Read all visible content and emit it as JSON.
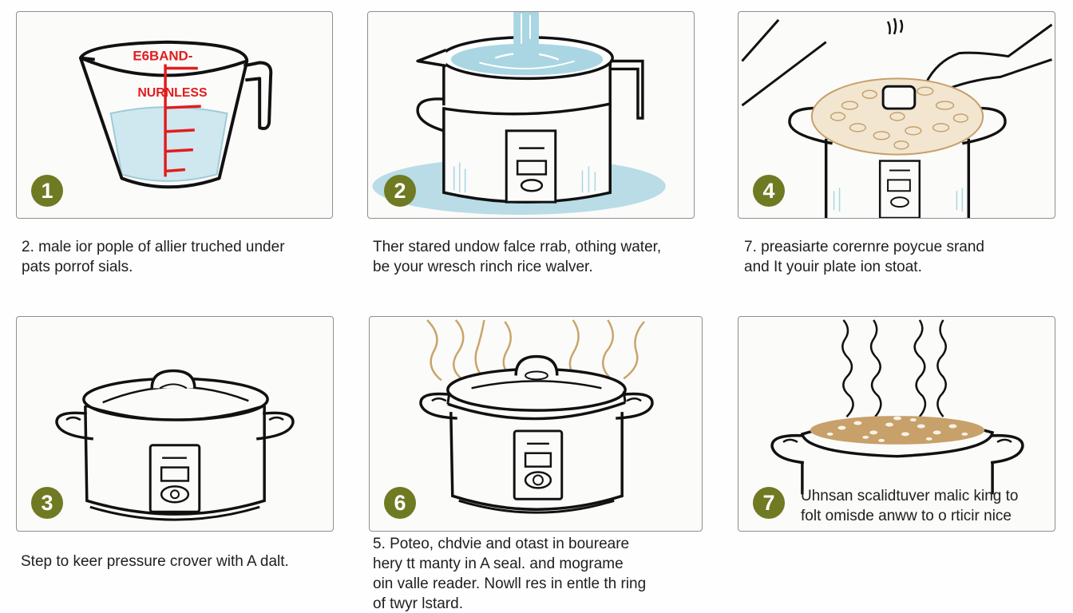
{
  "colors": {
    "badge": "#6f7a22",
    "badge_text": "#ffffff",
    "panel_border": "#8f8f8f",
    "measure_red": "#e11d1d",
    "water_blue": "#a9d6e2",
    "rice_tan": "#c7a06a",
    "steam_tan": "#c9a56b"
  },
  "panels": [
    {
      "step": "1",
      "illustration": "measuring-cup-with-water",
      "labels": [
        "E6BAND-",
        "NURNLESS"
      ],
      "caption": "2.  male ior pople of allier truched under\npats porrof sials."
    },
    {
      "step": "2",
      "illustration": "water-pouring-into-rice-cooker",
      "caption": "Ther stared undow falce rrab, othing water,\nbe your wresch rinch rice walver."
    },
    {
      "step": "4",
      "illustration": "hand-adding-rice-to-cooker",
      "caption": "7. preasiarte corernre poycue srand\nand It youir plate ion stoat."
    },
    {
      "step": "3",
      "illustration": "closed-rice-cooker",
      "caption": "Step to keer pressure crover with A dalt."
    },
    {
      "step": "6",
      "illustration": "steaming-rice-cooker",
      "caption": "5. Poteo, chdvie and otast in boureare\nhery tt manty in A seal. and mograme\noin valle reader. Nowll res in entle th ring\nof twyr lstard."
    },
    {
      "step": "7",
      "illustration": "cooked-rice-pot-with-steam",
      "caption": "Uhnsan scalidtuver malic king to\nfolt omisde anww to o rticir nice"
    }
  ]
}
